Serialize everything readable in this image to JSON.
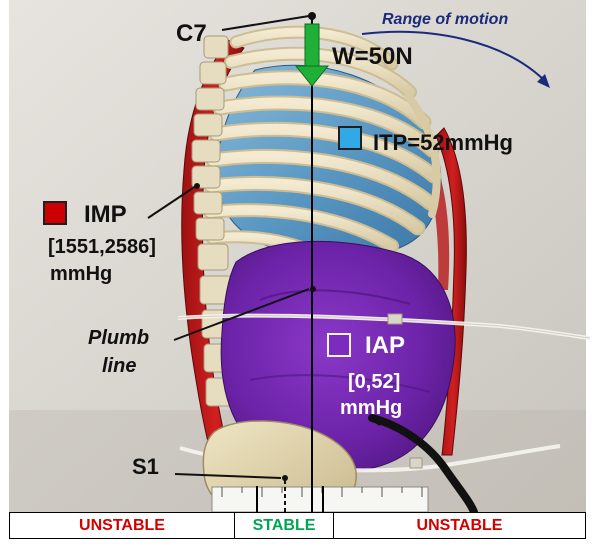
{
  "labels": {
    "range_of_motion": "Range of motion",
    "c7": "C7",
    "load": "W=50N",
    "itp": "ITP=52mmHg",
    "imp_title": "IMP",
    "imp_range": "[1551,2586]",
    "imp_unit": "mmHg",
    "plumb_line_1": "Plumb",
    "plumb_line_2": "line",
    "iap_title": "IAP",
    "iap_range": "[0,52]",
    "iap_unit": "mmHg",
    "s1": "S1"
  },
  "zones": {
    "left": "UNSTABLE",
    "middle": "STABLE",
    "right": "UNSTABLE"
  },
  "colors": {
    "itp": "#31a9e6",
    "imp": "#cc0000",
    "iap": "#7b2cbf",
    "unstable": "#d40000",
    "stable": "#00a651",
    "load_arrow": "#20b03a",
    "motion_arrow": "#1a2b7a"
  },
  "icons": {
    "load_arrow": "down-arrow-icon",
    "motion_arrow": "curved-arrow-icon"
  }
}
